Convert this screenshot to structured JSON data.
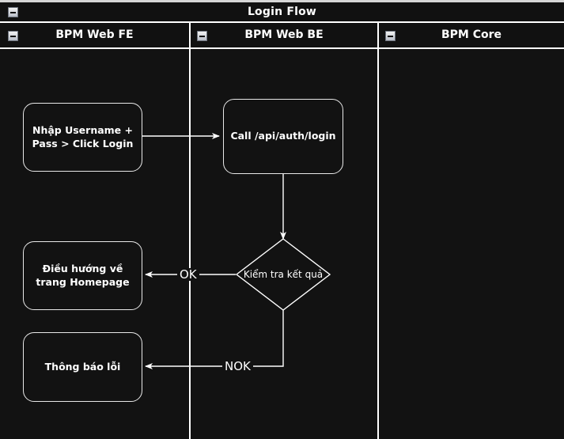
{
  "diagram": {
    "title": "Login Flow",
    "collapse_icon": "minus-icon",
    "lanes": [
      {
        "id": "fe",
        "label": "BPM Web FE"
      },
      {
        "id": "be",
        "label": "BPM Web BE"
      },
      {
        "id": "core",
        "label": "BPM Core"
      }
    ],
    "nodes": [
      {
        "id": "n1",
        "lane": "fe",
        "shape": "rounded-rect",
        "text": "Nhập Username + Pass > Click Login"
      },
      {
        "id": "n2",
        "lane": "be",
        "shape": "rounded-rect",
        "text": "Call /api/auth/login"
      },
      {
        "id": "n3",
        "lane": "be",
        "shape": "diamond",
        "text": "Kiểm tra kết quả"
      },
      {
        "id": "n4",
        "lane": "fe",
        "shape": "rounded-rect",
        "text": "Điều hướng về trang Homepage"
      },
      {
        "id": "n5",
        "lane": "fe",
        "shape": "rounded-rect",
        "text": "Thông báo lỗi"
      }
    ],
    "edges": [
      {
        "id": "e1",
        "from": "n1",
        "to": "n2",
        "label": ""
      },
      {
        "id": "e2",
        "from": "n2",
        "to": "n3",
        "label": ""
      },
      {
        "id": "e3",
        "from": "n3",
        "to": "n4",
        "label": "OK"
      },
      {
        "id": "e4",
        "from": "n3",
        "to": "n5",
        "label": "NOK"
      }
    ],
    "colors": {
      "background": "#121212",
      "stroke": "#ffffff",
      "node_border": "#e8e8e8",
      "text": "#ffffff",
      "top_strip": "#d6d6d6"
    }
  }
}
